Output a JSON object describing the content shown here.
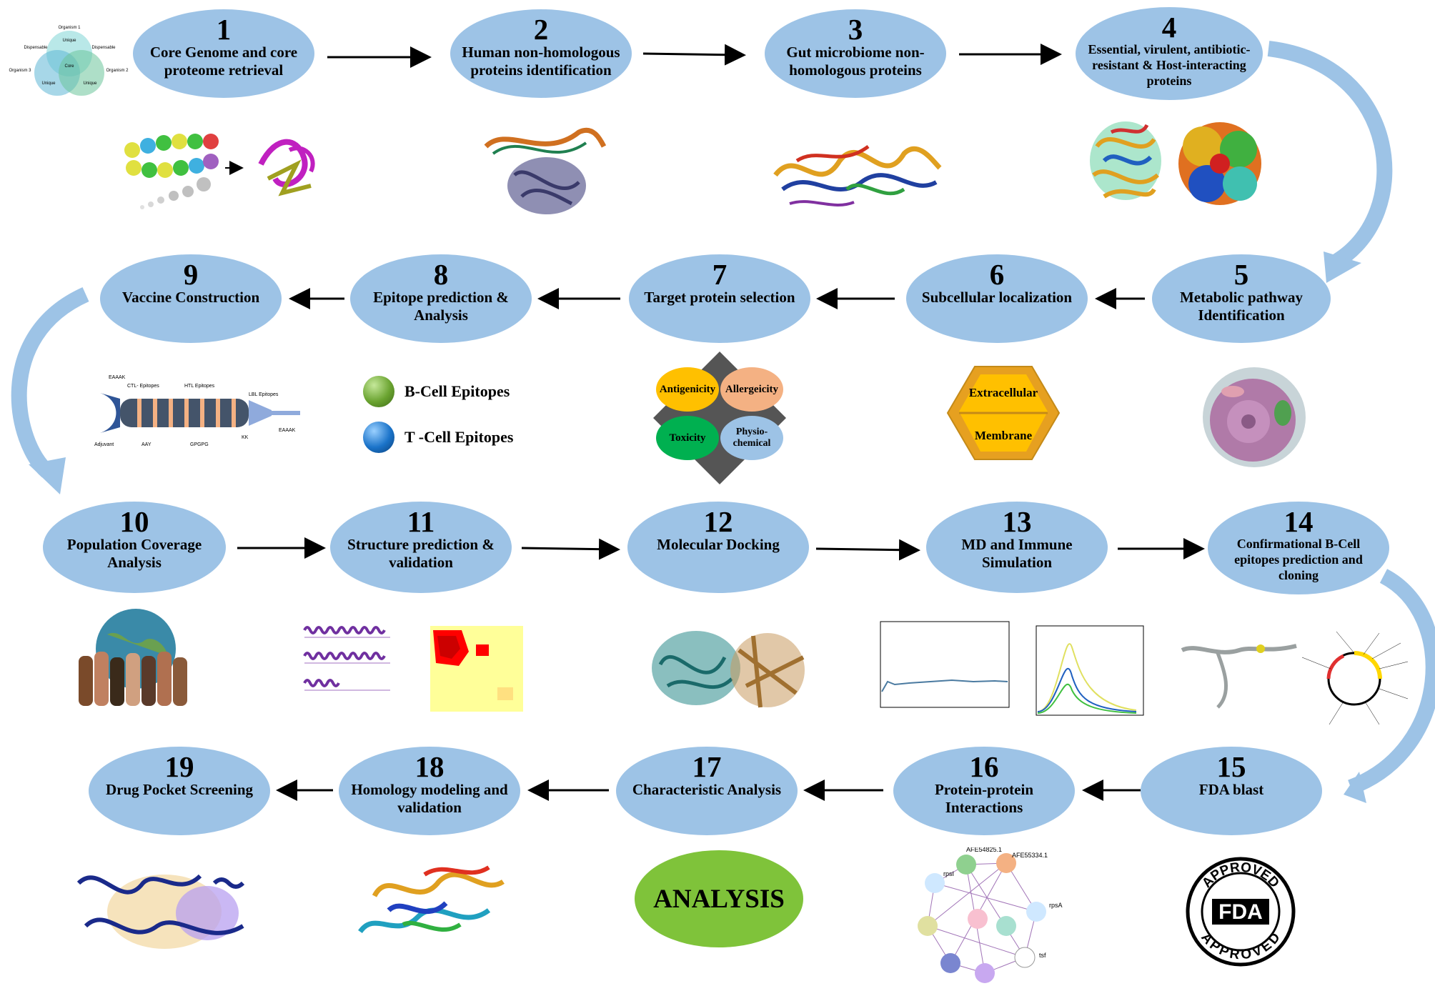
{
  "steps": [
    {
      "num": "1",
      "label": "Core Genome and core proteome retrieval"
    },
    {
      "num": "2",
      "label": "Human non-homologous proteins identification"
    },
    {
      "num": "3",
      "label": "Gut microbiome non-homologous proteins"
    },
    {
      "num": "4",
      "label": "Essential, virulent, antibiotic-resistant & Host-interacting proteins"
    },
    {
      "num": "5",
      "label": "Metabolic pathway Identification"
    },
    {
      "num": "6",
      "label": "Subcellular localization"
    },
    {
      "num": "7",
      "label": "Target protein selection"
    },
    {
      "num": "8",
      "label": "Epitope prediction & Analysis"
    },
    {
      "num": "9",
      "label": "Vaccine Construction"
    },
    {
      "num": "10",
      "label": "Population Coverage Analysis"
    },
    {
      "num": "11",
      "label": "Structure prediction & validation"
    },
    {
      "num": "12",
      "label": "Molecular Docking"
    },
    {
      "num": "13",
      "label": "MD and Immune Simulation"
    },
    {
      "num": "14",
      "label": "Confirmational B-Cell epitopes prediction and cloning"
    },
    {
      "num": "15",
      "label": "FDA blast"
    },
    {
      "num": "16",
      "label": "Protein-protein Interactions"
    },
    {
      "num": "17",
      "label": "Characteristic Analysis"
    },
    {
      "num": "18",
      "label": "Homology modeling and validation"
    },
    {
      "num": "19",
      "label": "Drug Pocket Screening"
    }
  ],
  "venn": {
    "organism1": "Organism 1",
    "organism2": "Organism 2",
    "organism3": "Organism 3",
    "core": "Core",
    "unique": "Unique",
    "dispensable": "Dispensable"
  },
  "legend": {
    "b_cell": "B-Cell Epitopes",
    "t_cell": "T -Cell Epitopes"
  },
  "vaccine": {
    "eaaak": "EAAAK",
    "ctl": "CTL- Epitopes",
    "htl": "HTL Epitopes",
    "lbl": "LBL Epitopes",
    "adjuvant": "Adjuvant",
    "aay": "AAY",
    "gpgpg": "GPGPG",
    "kk": "KK"
  },
  "target_selection": {
    "antigenicity": "Antigenicity",
    "allergeicity": "Allergeicity",
    "toxicity": "Toxicity",
    "physio": "Physio-chemical"
  },
  "localization": {
    "extracellular": "Extracellular",
    "membrane": "Membrane"
  },
  "analysis": "ANALYSIS",
  "fda_badge": {
    "top": "APPROVED",
    "center": "FDA",
    "bottom": "APPROVED"
  },
  "ppi": {
    "n1": "AFE54825.1",
    "n2": "AFE55334.1",
    "n3": "rpsA",
    "n4": "rpsI",
    "n5": "tsf"
  },
  "colors": {
    "ellipse": "#9dc3e6",
    "curve_arrow": "#9dc3e6",
    "arrow": "#000000",
    "analysis": "#7fc33a"
  }
}
